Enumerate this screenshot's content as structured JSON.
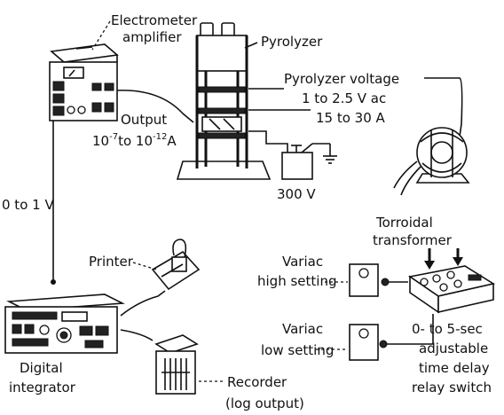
{
  "labels": {
    "electrometer_amplifier": [
      "Electrometer",
      "amplifier"
    ],
    "pyrolyzer": "Pyrolyzer",
    "pyrolyzer_voltage": [
      "Pyrolyzer voltage",
      "1 to 2.5 V ac",
      "15 to 30 A"
    ],
    "output": {
      "line1": "Output",
      "line2_base1": "10",
      "line2_exp1": "-7",
      "line2_mid": "to 10",
      "line2_exp2": "-12",
      "line2_unit": "A"
    },
    "battery_voltage": "300 V",
    "torroidal_transformer": [
      "Torroidal",
      "transformer"
    ],
    "signal_voltage": "0 to 1 V",
    "printer": "Printer",
    "variac_high": [
      "Variac",
      "high setting"
    ],
    "variac_low": [
      "Variac",
      "low setting"
    ],
    "relay_switch": [
      "0- to 5-sec",
      "adjustable",
      "time delay",
      "relay switch"
    ],
    "digital_integrator": [
      "Digital",
      "integrator"
    ],
    "recorder": [
      "Recorder",
      "(log output)"
    ]
  }
}
